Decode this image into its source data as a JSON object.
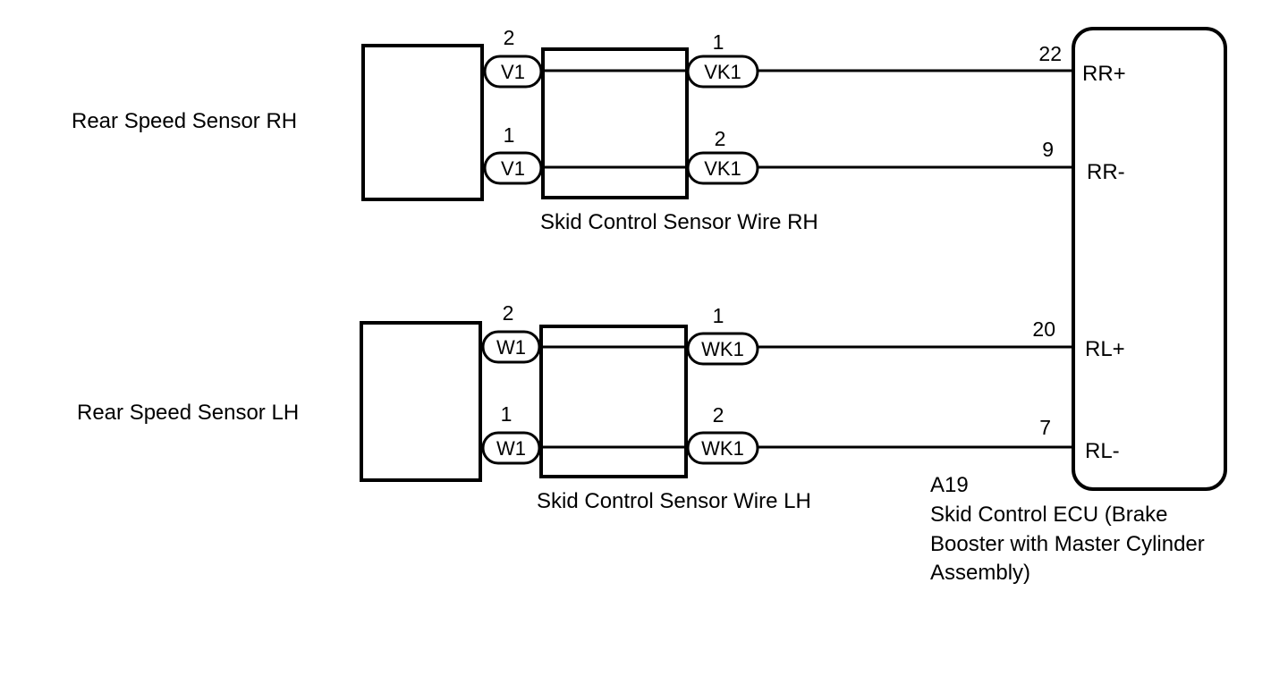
{
  "sensors": {
    "rh": {
      "label": "Rear Speed Sensor RH"
    },
    "lh": {
      "label": "Rear Speed Sensor LH"
    }
  },
  "wires": {
    "rh": {
      "label": "Skid Control Sensor Wire RH"
    },
    "lh": {
      "label": "Skid Control Sensor Wire LH"
    }
  },
  "ecu": {
    "code": "A19",
    "name_lines": [
      "Skid Control ECU (Brake",
      "Booster with Master Cylinder",
      "Assembly)"
    ],
    "terminals": [
      "RR+",
      "RR-",
      "RL+",
      "RL-"
    ]
  },
  "circuits": [
    {
      "sensor_conn": "V1",
      "sensor_pin": "2",
      "wire_conn": "VK1",
      "wire_pin": "1",
      "ecu_pin": "22",
      "ecu_terminal": "RR+"
    },
    {
      "sensor_conn": "V1",
      "sensor_pin": "1",
      "wire_conn": "VK1",
      "wire_pin": "2",
      "ecu_pin": "9",
      "ecu_terminal": "RR-"
    },
    {
      "sensor_conn": "W1",
      "sensor_pin": "2",
      "wire_conn": "WK1",
      "wire_pin": "1",
      "ecu_pin": "20",
      "ecu_terminal": "RL+"
    },
    {
      "sensor_conn": "W1",
      "sensor_pin": "1",
      "wire_conn": "WK1",
      "wire_pin": "2",
      "ecu_pin": "7",
      "ecu_terminal": "RL-"
    }
  ]
}
